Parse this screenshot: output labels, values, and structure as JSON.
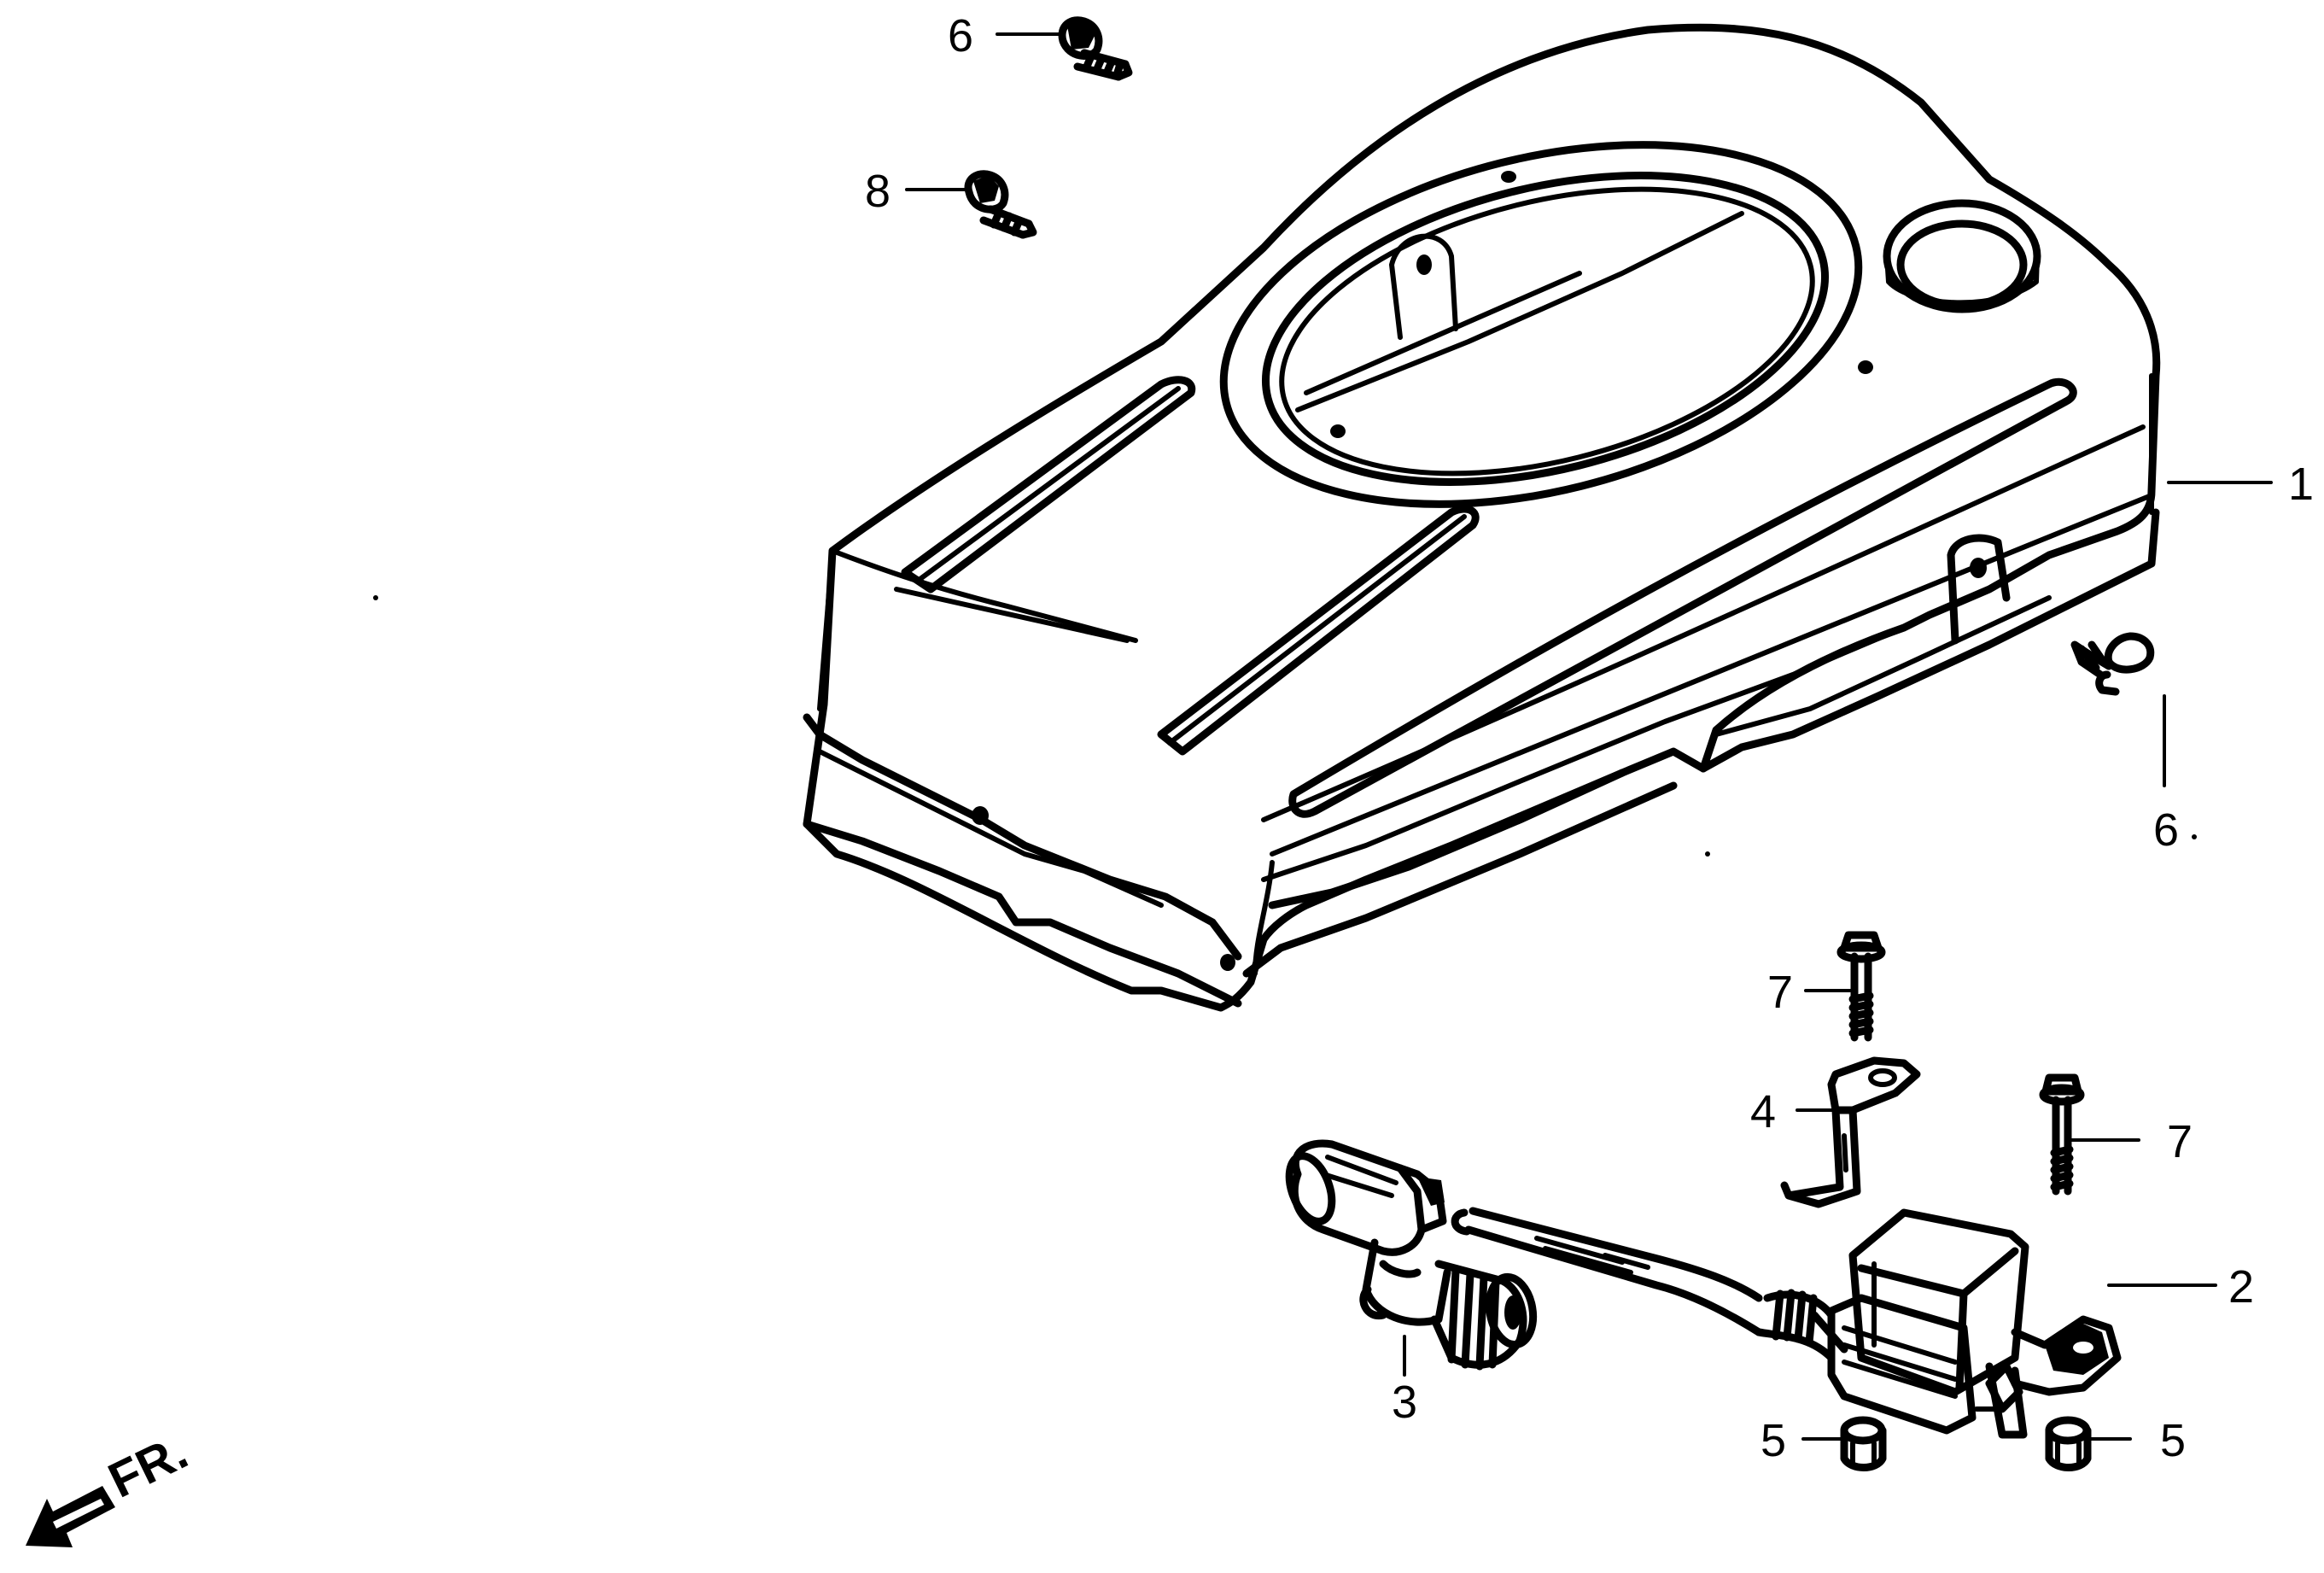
{
  "callouts": [
    {
      "id": "c1",
      "label": "1"
    },
    {
      "id": "c2",
      "label": "2"
    },
    {
      "id": "c3",
      "label": "3"
    },
    {
      "id": "c4",
      "label": "4"
    },
    {
      "id": "c5a",
      "label": "5"
    },
    {
      "id": "c5b",
      "label": "5"
    },
    {
      "id": "c6a",
      "label": "6"
    },
    {
      "id": "c6b",
      "label": "6"
    },
    {
      "id": "c7a",
      "label": "7"
    },
    {
      "id": "c7b",
      "label": "7"
    },
    {
      "id": "c8",
      "label": "8"
    }
  ],
  "front_indicator": {
    "label": "FR.",
    "icon": "front-arrow-icon"
  },
  "colors": {
    "ink": "#000000",
    "paper": "#ffffff"
  }
}
